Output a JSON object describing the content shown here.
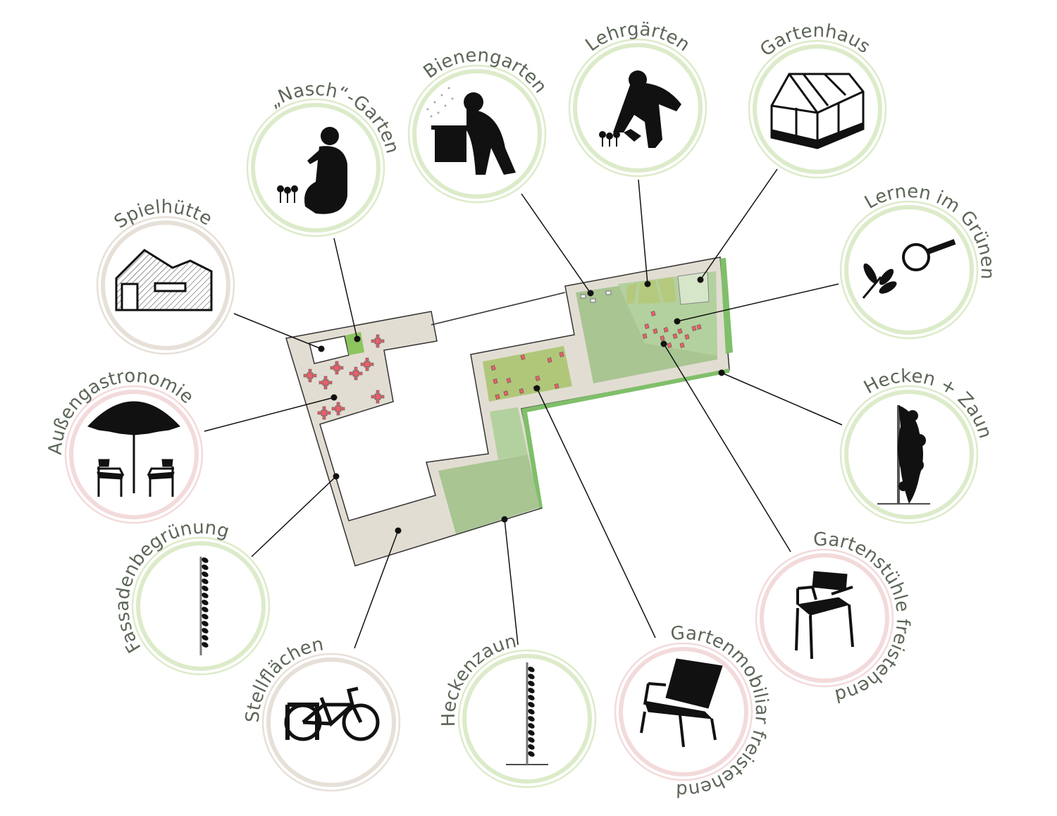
{
  "colors": {
    "ring_green": "#dcebc9",
    "ring_beige": "#e6e0d8",
    "ring_pink": "#f3dadb",
    "paving": "#e2ddd2",
    "lawn": "#a8c592",
    "lawn_light": "#b3d19e",
    "bed": "#b0c77a",
    "hedge": "#7fbf6a",
    "table": "#e8606a",
    "label": "#5c6657"
  },
  "stations": [
    {
      "id": "spielhuette",
      "label": "Spielhütte",
      "ring": "beige",
      "icon": "hut-icon"
    },
    {
      "id": "naschgarten",
      "label": "„Nasch“-Garten",
      "ring": "green",
      "icon": "person-kneeling-icon"
    },
    {
      "id": "bienengarten",
      "label": "Bienengarten",
      "ring": "green",
      "icon": "beekeeper-icon"
    },
    {
      "id": "lehrgaerten",
      "label": "Lehrgärten",
      "ring": "green",
      "icon": "person-watering-icon"
    },
    {
      "id": "gartenhaus",
      "label": "Gartenhaus",
      "ring": "green",
      "icon": "greenhouse-icon"
    },
    {
      "id": "lernen",
      "label": "Lernen im Grünen",
      "ring": "green",
      "icon": "magnifier-dragonfly-icon"
    },
    {
      "id": "hecken",
      "label": "Hecken + Zaun",
      "ring": "green",
      "icon": "hedge-fence-icon"
    },
    {
      "id": "gartenstuehle",
      "label": "Gartenstühle freistehend",
      "ring": "pink",
      "icon": "chair-icon"
    },
    {
      "id": "gartenmobiliar",
      "label": "Gartenmobiliar freistehend",
      "ring": "pink",
      "icon": "lounge-chair-icon"
    },
    {
      "id": "heckenzaun",
      "label": "Heckenzaun",
      "ring": "green",
      "icon": "climbing-plant-icon"
    },
    {
      "id": "stellflaechen",
      "label": "Stellflächen",
      "ring": "beige",
      "icon": "bicycle-icon"
    },
    {
      "id": "fassaden",
      "label": "Fassadenbegrünung",
      "ring": "green",
      "icon": "climbing-plant-icon"
    },
    {
      "id": "aussengastro",
      "label": "Außengastronomie",
      "ring": "pink",
      "icon": "umbrella-chairs-icon"
    }
  ]
}
